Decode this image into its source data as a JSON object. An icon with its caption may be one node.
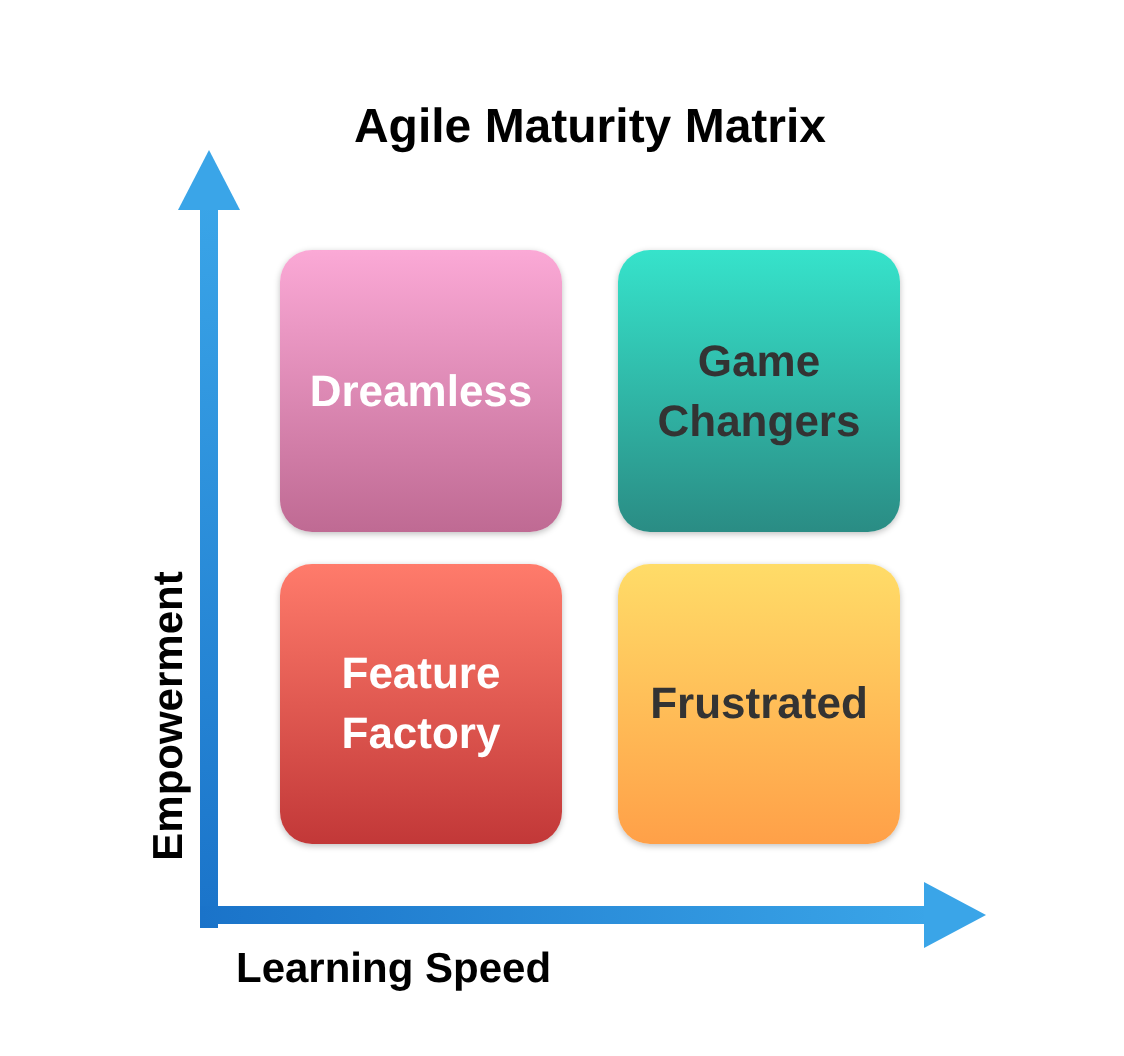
{
  "diagram": {
    "title": "Agile Maturity Matrix",
    "nodes": [
      {
        "text": [
          "Dreamless"
        ]
      },
      {
        "text": [
          "Game Changers"
        ]
      },
      {
        "text": [
          "Feature Factory"
        ]
      },
      {
        "text": [
          "Frustrated"
        ]
      }
    ],
    "labels": [
      "Empowerment",
      "Learning Speed"
    ]
  }
}
